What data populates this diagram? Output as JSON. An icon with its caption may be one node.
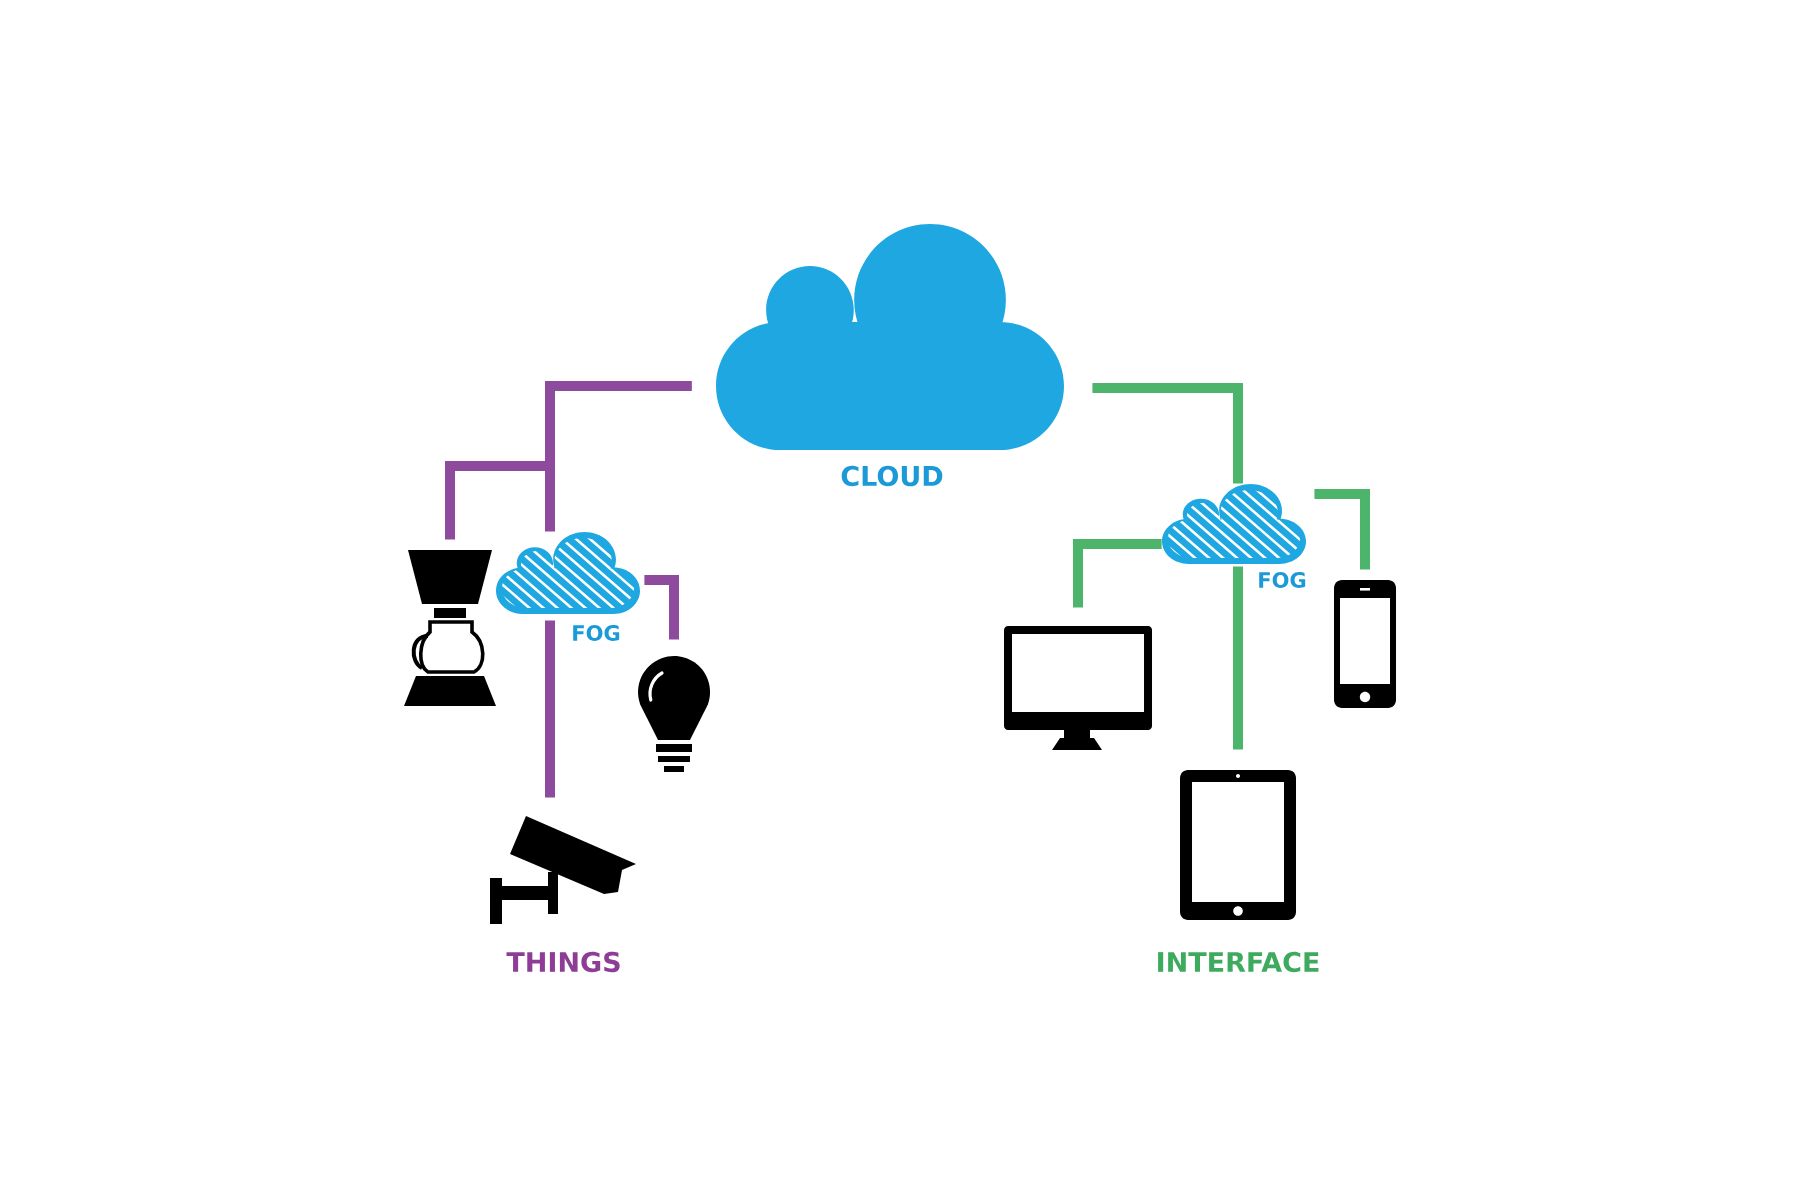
{
  "diagram": {
    "nodes": [
      {
        "text": [
          "CLOUD"
        ]
      },
      {
        "text": [
          "FOG"
        ]
      },
      {
        "text": [],
        "shape": "picture"
      },
      {
        "text": [],
        "shape": "picture"
      },
      {
        "text": [],
        "shape": "picture"
      },
      {
        "text": [
          "FOG"
        ]
      },
      {
        "text": [],
        "shape": "picture"
      },
      {
        "text": [],
        "shape": "picture"
      },
      {
        "text": [],
        "shape": "picture"
      }
    ],
    "edges": [
      {
        "from": 0,
        "to": 1,
        "arrow": "none",
        "color": "#8e4b9e"
      },
      {
        "from": 0,
        "to": 2,
        "arrow": "none",
        "color": "#8e4b9e"
      },
      {
        "from": 1,
        "to": 3,
        "arrow": "none",
        "color": "#8e4b9e"
      },
      {
        "from": 1,
        "to": 4,
        "arrow": "none",
        "color": "#8e4b9e"
      },
      {
        "from": 0,
        "to": 5,
        "arrow": "none",
        "color": "#4cb56b"
      },
      {
        "from": 5,
        "to": 6,
        "arrow": "none",
        "color": "#4cb56b"
      },
      {
        "from": 5,
        "to": 7,
        "arrow": "none",
        "color": "#4cb56b"
      },
      {
        "from": 5,
        "to": 8,
        "arrow": "none",
        "color": "#4cb56b"
      }
    ],
    "labels": [
      "THINGS",
      "INTERFACE"
    ]
  }
}
